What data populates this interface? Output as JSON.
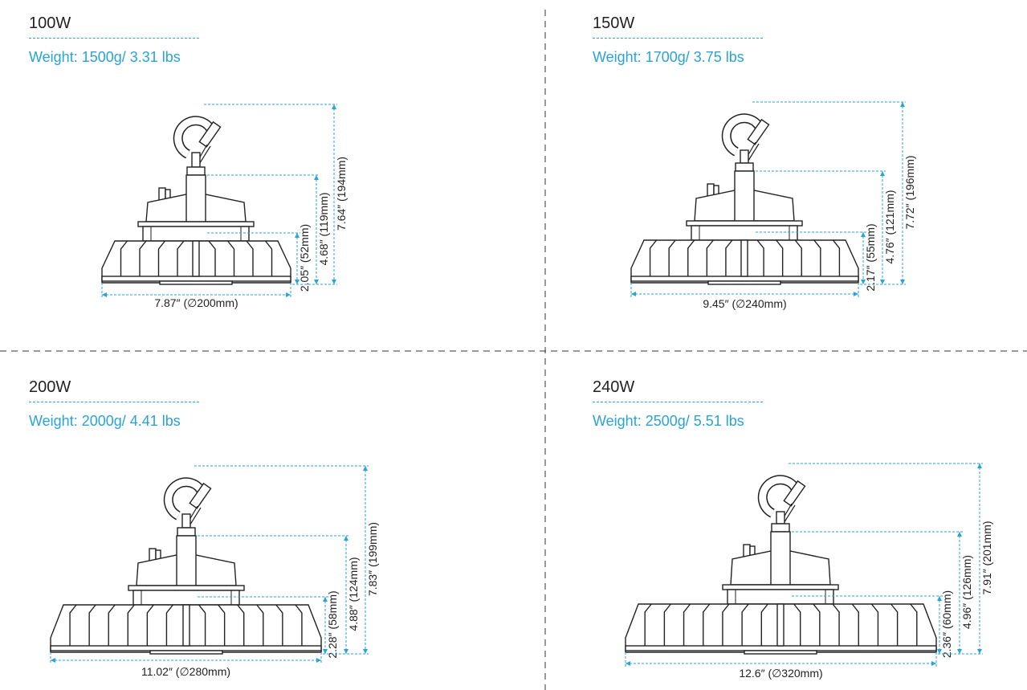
{
  "colors": {
    "accent": "#29a3d9",
    "line": "#222222"
  },
  "panels": [
    {
      "title": "100W",
      "weight": "Weight: 1500g/ 3.31 lbs",
      "dims": {
        "inner": "2.05″ (52mm)",
        "middle": "4.68″ (119mm)",
        "outer": "7.64″ (194mm)",
        "width": "7.87″ (∅200mm)"
      }
    },
    {
      "title": "150W",
      "weight": "Weight: 1700g/ 3.75 lbs",
      "dims": {
        "inner": "2.17″ (55mm)",
        "middle": "4.76″ (121mm)",
        "outer": "7.72″ (196mm)",
        "width": "9.45″ (∅240mm)"
      }
    },
    {
      "title": "200W",
      "weight": "Weight: 2000g/ 4.41 lbs",
      "dims": {
        "inner": "2.28″ (58mm)",
        "middle": "4.88″ (124mm)",
        "outer": "7.83″ (199mm)",
        "width": "11.02″ (∅280mm)"
      }
    },
    {
      "title": "240W",
      "weight": "Weight: 2500g/ 5.51 lbs",
      "dims": {
        "inner": "2.36″ (60mm)",
        "middle": "4.96″ (126mm)",
        "outer": "7.91″ (201mm)",
        "width": "12.6″ (∅320mm)"
      }
    }
  ]
}
